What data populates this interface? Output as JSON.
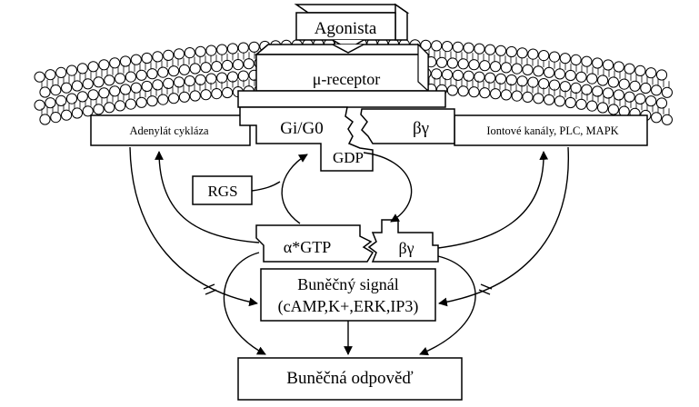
{
  "labels": {
    "agonist": "Agonista",
    "receptor": "μ-receptor",
    "gi_go": "Gi/G0",
    "beta_gamma_top": "βγ",
    "gdp": "GDP",
    "adenylate_cyclase": "Adenylát cykláza",
    "ion_channels": "Iontové kanály, PLC, MAPK",
    "rgs": "RGS",
    "alpha_gtp": "α*GTP",
    "beta_gamma_bottom": "βγ",
    "cell_signal_line1": "Buněčný signál",
    "cell_signal_line2": "(cAMP,K+,ERK,IP3)",
    "cell_response": "Buněčná odpověď"
  },
  "colors": {
    "stroke": "#000000",
    "fill": "#ffffff",
    "lipid_head": "#ffffff"
  }
}
